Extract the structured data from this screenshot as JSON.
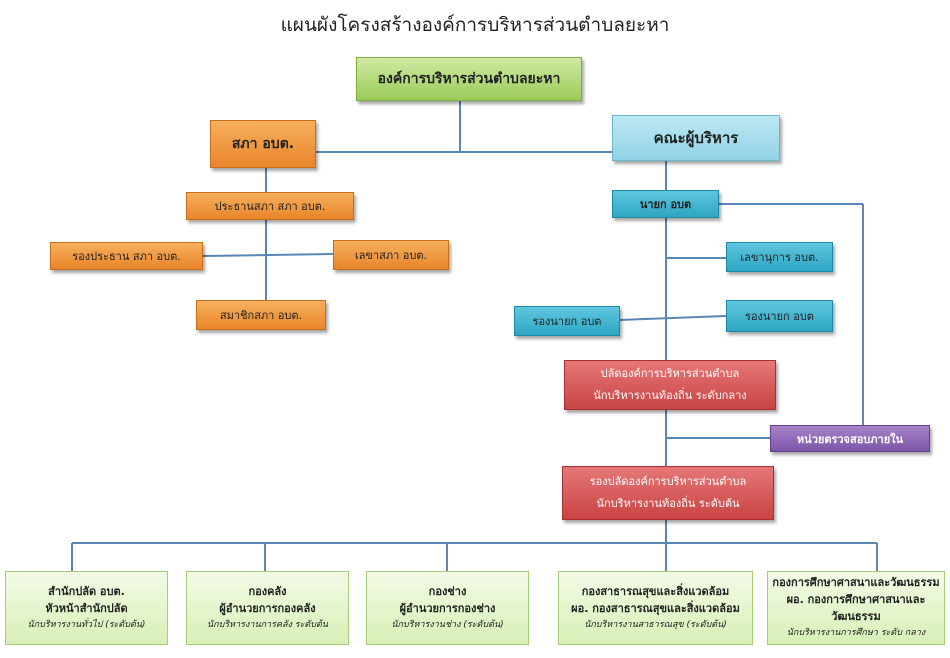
{
  "title": "แผนผังโครงสร้างองค์การบริหารส่วนตำบลยะหา",
  "root": "องค์การบริหารส่วนตำบลยะหา",
  "council": {
    "head": "สภา อบต.",
    "chair": "ประธานสภา สภา อบต.",
    "vice_chair": "รองประธาน สภา อบต.",
    "secretary": "เลขาสภา อบต.",
    "member": "สมาชิกสภา อบต."
  },
  "executive": {
    "head": "คณะผู้บริหาร",
    "mayor": "นายก อบต",
    "mayor_secretary": "เลขานุการ  อบต.",
    "deputy_left": "รองนายก อบต",
    "deputy_right": "รองนายก อบต"
  },
  "clerk": [
    "ปลัดองค์การบริหารส่วนตำบล",
    "นักบริหารงานท้องถิ่น ระดับกลาง"
  ],
  "audit": "หน่วยตรวจสอบภายใน",
  "deputy_clerk": [
    "รองปลัดองค์การบริหารส่วนตำบล",
    "นักบริหารงานท้องถิ่น ระดับต้น"
  ],
  "departments": [
    {
      "l1": "สำนักปลัด อบต.",
      "l2": "หัวหน้าสำนักปลัด",
      "l3": "นักบริหารงานทั่วไป (ระดับต้น)"
    },
    {
      "l1": "กองคลัง",
      "l2": "ผู้อำนวยการกองคลัง",
      "l3": "นักบริหารงานการคลัง ระดับต้น"
    },
    {
      "l1": "กองช่าง",
      "l2": "ผู้อำนวยการกองช่าง",
      "l3": "นักบริหารงานช่าง (ระดับต้น)"
    },
    {
      "l1": "กองสาธารณสุขและสิ่งแวดล้อม",
      "l2": "ผอ. กองสาธารณสุขและสิ่งแวดล้อม",
      "l3": "นักบริหารงานสาธารณสุข (ระดับต้น)"
    },
    {
      "l1": "กองการศึกษาศาสนาและวัฒนธรรม",
      "l2": "ผอ. กองการศึกษาศาสนาและวัฒนธรรม",
      "l3": "นักบริหารงานการศึกษา ระดับ กลาง"
    }
  ]
}
